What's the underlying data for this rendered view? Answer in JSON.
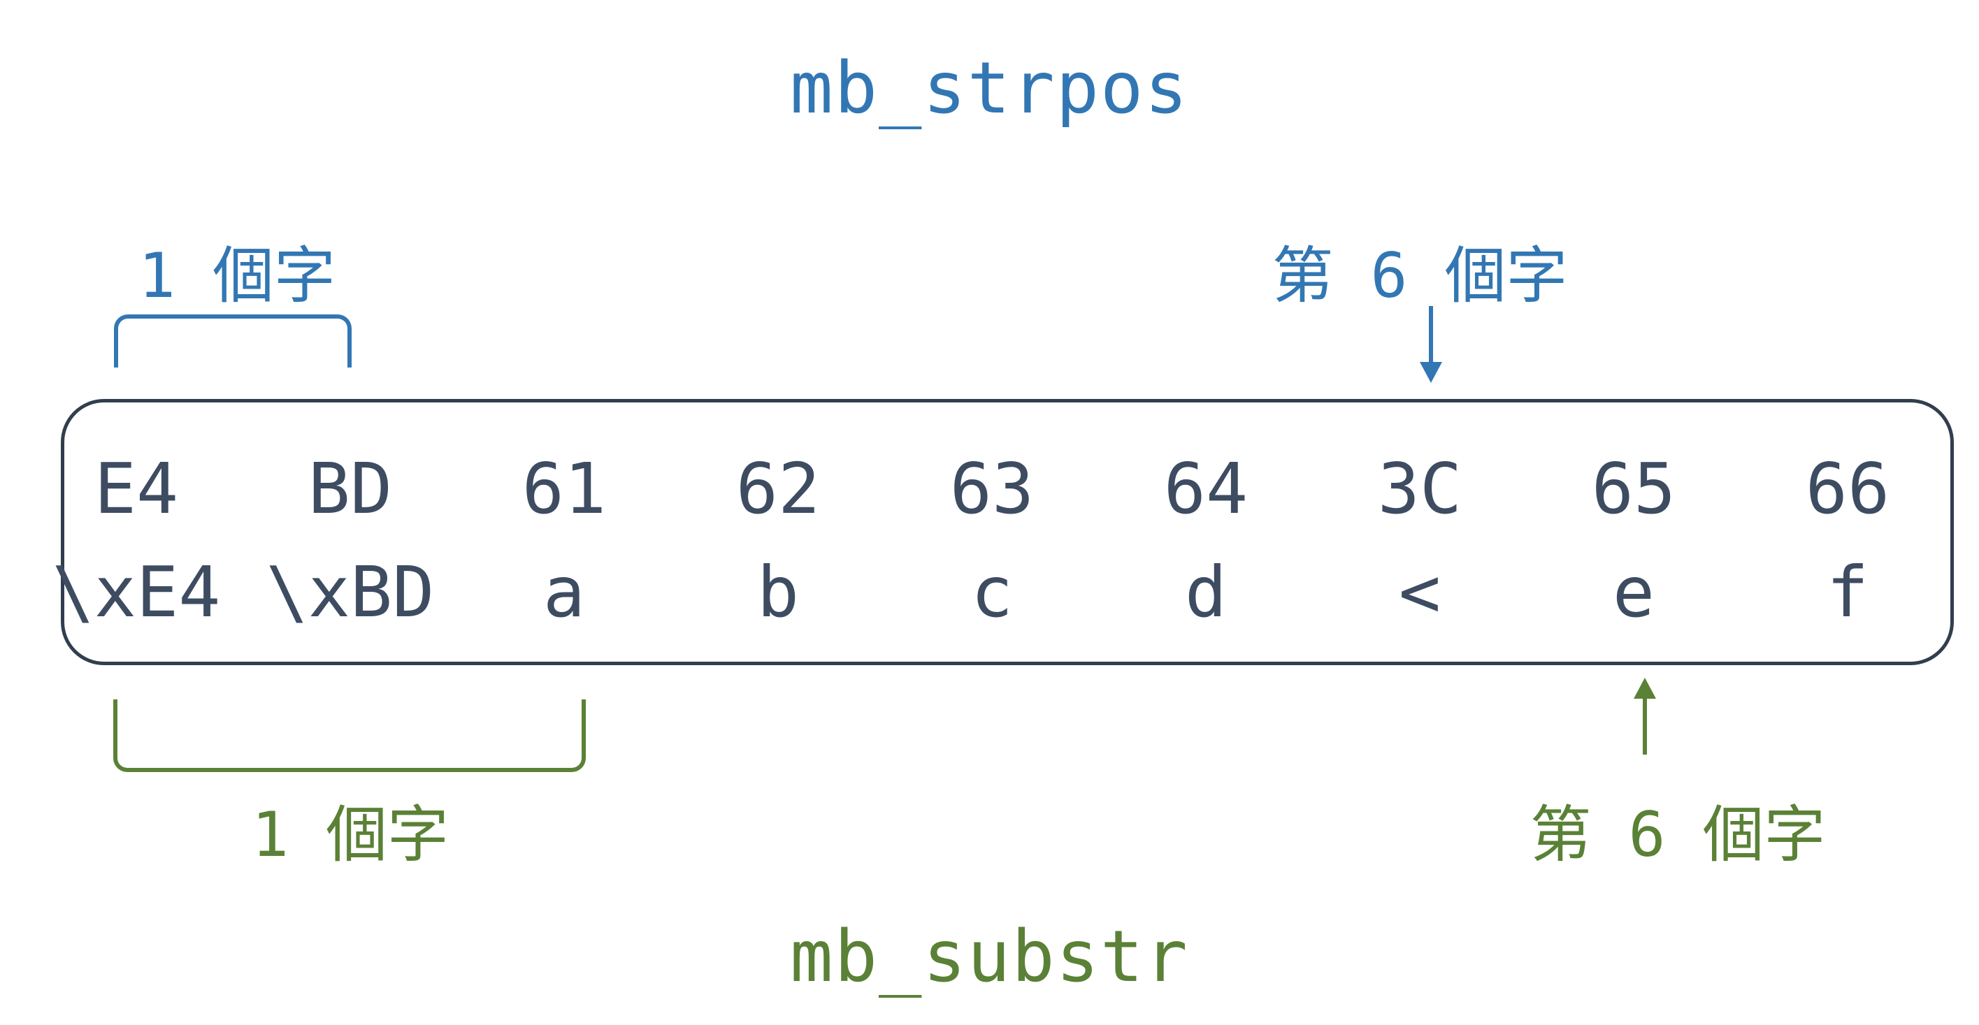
{
  "titles": {
    "strpos": "mb_strpos",
    "substr": "mb_substr"
  },
  "strpos_annotations": {
    "char_count_label": "1 個字",
    "position_label": "第 6 個字"
  },
  "substr_annotations": {
    "char_count_label": "1 個字",
    "position_label": "第 6 個字"
  },
  "byte_table": {
    "bytes": [
      "E4",
      "BD",
      "61",
      "62",
      "63",
      "64",
      "3C",
      "65",
      "66"
    ],
    "chars": [
      "\\xE4",
      "\\xBD",
      "a",
      "b",
      "c",
      "d",
      "<",
      "e",
      "f"
    ]
  },
  "colors": {
    "blue": "#3277B3",
    "green": "#5A8136",
    "dark": "#3E4C62",
    "border": "#313E4E",
    "bg": "#FFFFFF"
  }
}
